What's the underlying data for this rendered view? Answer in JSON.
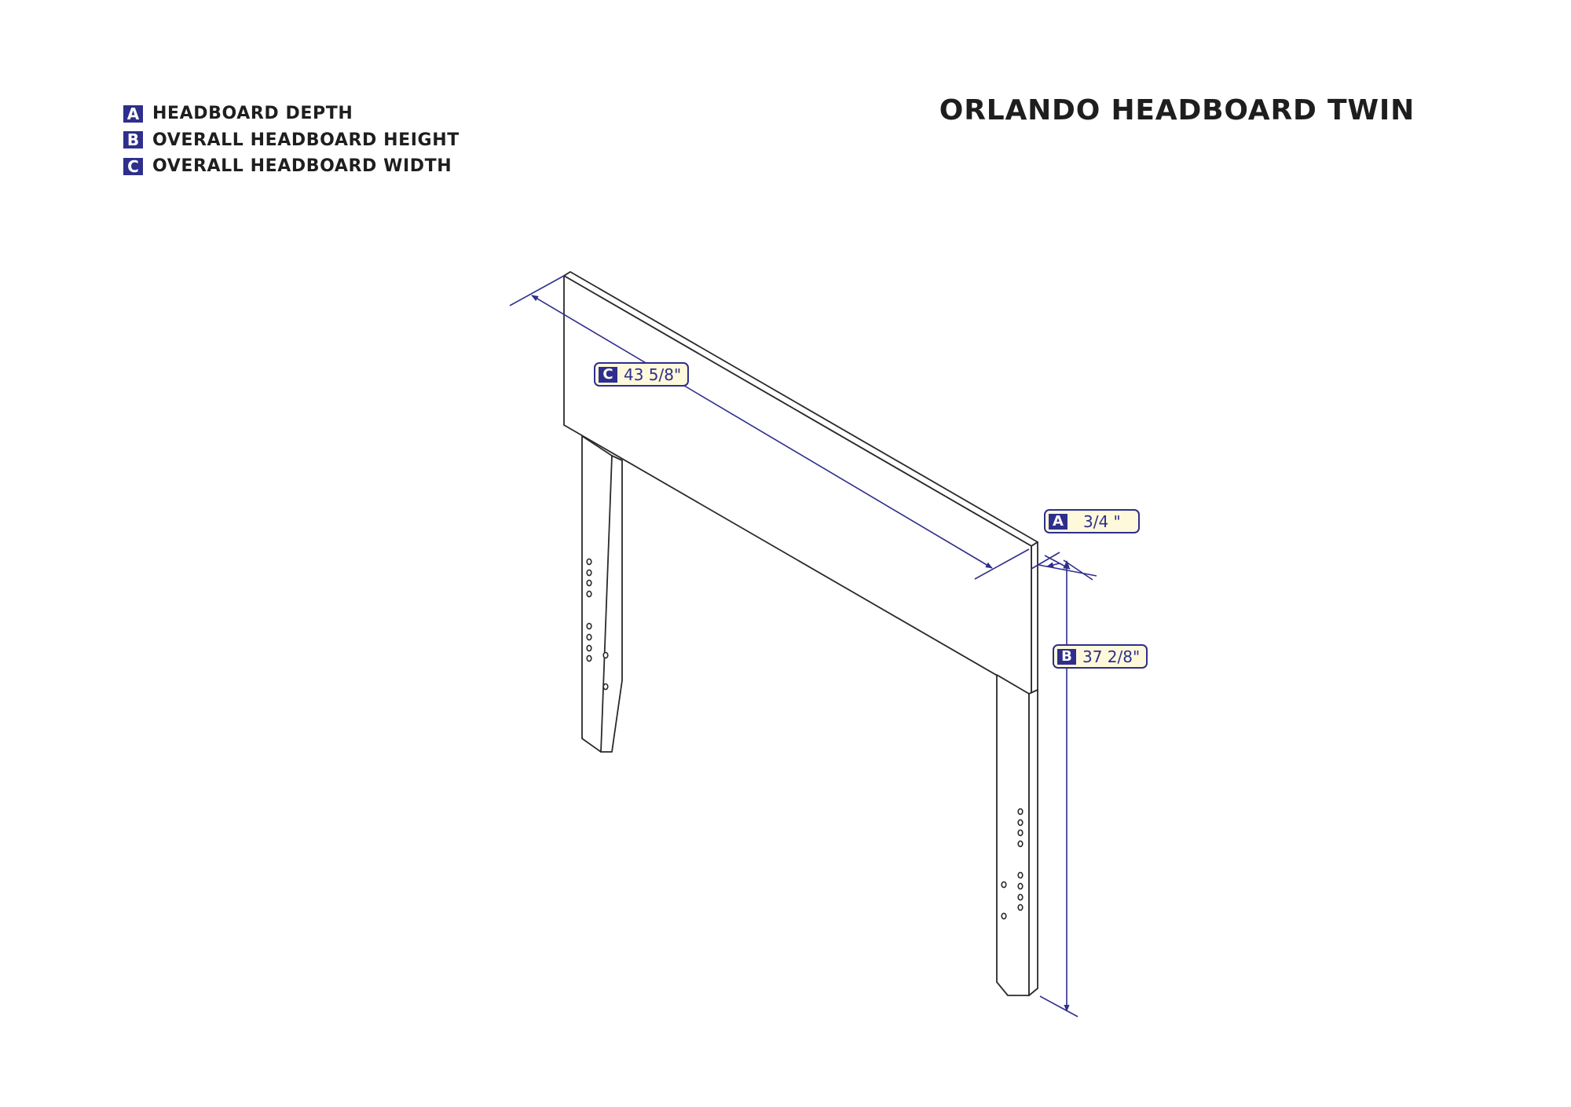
{
  "title": "ORLANDO HEADBOARD TWIN",
  "legend": [
    {
      "letter": "A",
      "label": "HEADBOARD DEPTH"
    },
    {
      "letter": "B",
      "label": "OVERALL HEADBOARD HEIGHT"
    },
    {
      "letter": "C",
      "label": "OVERALL HEADBOARD WIDTH"
    }
  ],
  "dimensions": {
    "depth": {
      "letter": "A",
      "value": "3/4 \""
    },
    "height": {
      "letter": "B",
      "value": "37 2/8\""
    },
    "width": {
      "letter": "C",
      "value": "43 5/8\""
    }
  },
  "colors": {
    "accent": "#2e2f8c",
    "callout_fill": "#fff9dc",
    "line": "#2a2a2a"
  }
}
